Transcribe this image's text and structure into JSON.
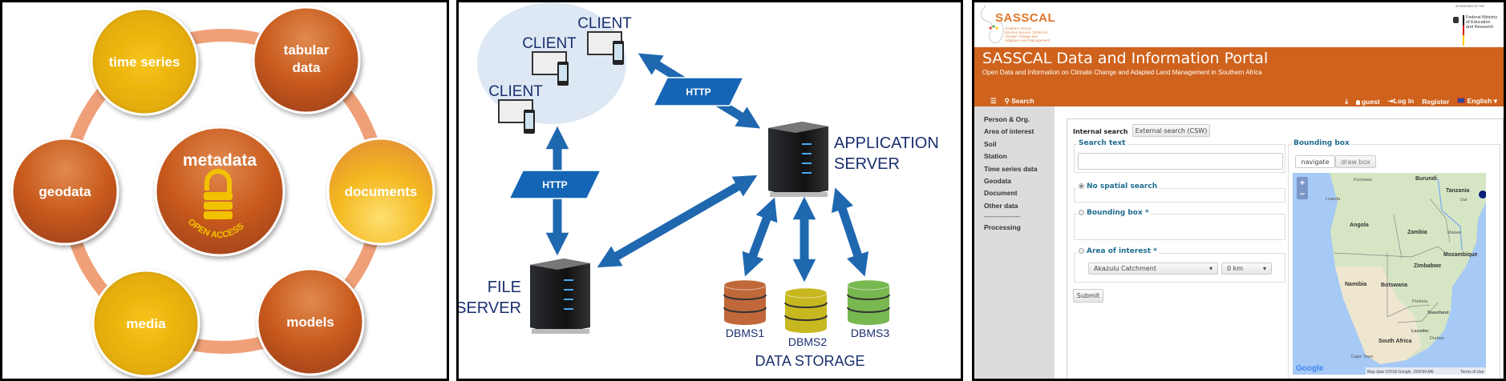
{
  "panel_metadata": {
    "center": {
      "label": "metadata",
      "badge": "OPEN ACCESS"
    },
    "nodes": [
      {
        "label": "time series",
        "color": "#e2ac08"
      },
      {
        "label": "tabular data",
        "line1": "tabular",
        "line2": "data",
        "color": "#b8521c"
      },
      {
        "label": "documents",
        "color": "#f0b420"
      },
      {
        "label": "models",
        "color": "#c85a1c"
      },
      {
        "label": "media",
        "color": "#e0b010"
      },
      {
        "label": "geodata",
        "color": "#d0621f"
      }
    ],
    "ring_color": "#f0a078"
  },
  "panel_architecture": {
    "clients": [
      "CLIENT",
      "CLIENT",
      "CLIENT"
    ],
    "protocols": [
      "HTTP",
      "HTTP"
    ],
    "app_server": {
      "line1": "APPLICATION",
      "line2": "SERVER"
    },
    "file_server": {
      "line1": "FILE",
      "line2": "SERVER"
    },
    "databases": [
      {
        "label": "DBMS1",
        "color": "#c0683a"
      },
      {
        "label": "DBMS2",
        "color": "#c8b820"
      },
      {
        "label": "DBMS3",
        "color": "#78b850"
      }
    ],
    "storage_label": "DATA STORAGE",
    "arrow_color": "#1f68b0",
    "text_color": "#1a2f6e"
  },
  "portal": {
    "logo": {
      "name": "SASSCAL",
      "tagline": [
        "Southern African",
        "Science Service Centre for",
        "Climate Change and",
        "Adaptive Land Management"
      ]
    },
    "sponsor": {
      "caption": "SPONSORED BY THE",
      "lines": [
        "Federal Ministry",
        "of Education",
        "and Research"
      ]
    },
    "title": "SASSCAL Data and Information Portal",
    "subtitle": "Open Data and Information on Climate Change and Adapted Land Management in Southern Africa",
    "brand_color": "#cf621c",
    "nav": {
      "search": "Search",
      "user": "guest",
      "login": "Log in",
      "register": "Register",
      "language": "English"
    },
    "sidebar": [
      "Person & Org.",
      "Area of interest",
      "Soil",
      "Station",
      "Time series data",
      "Geodata",
      "Document",
      "Other data",
      "----------------",
      "Processing"
    ],
    "search": {
      "tab_internal": "Internal search",
      "tab_external": "External search (CSW)",
      "search_text_legend": "Search text",
      "search_text_value": "",
      "no_spatial": "No spatial search",
      "bounding_box": "Bounding box *",
      "area_of_interest": "Area of interest *",
      "area_select": "Akazulu Catchment",
      "distance_select": "0 km",
      "submit": "Submit",
      "selected_option": "No spatial search"
    },
    "bbox": {
      "legend": "Bounding box",
      "navigate": "navigate",
      "draw_box": "draw box",
      "zoom_in": "+",
      "zoom_out": "−",
      "labels": {
        "kinshasa": "Kinshasa",
        "luanda": "Luanda",
        "tanzania": "Tanzania",
        "dar": "Dar",
        "angola": "Angola",
        "zambia": "Zambia",
        "malawi": "Malawi",
        "mozambique": "Mozambique",
        "zimbabwe": "Zimbabwe",
        "namibia": "Namibia",
        "botswana": "Botswana",
        "pretoria": "Pretoria",
        "swaziland": "Swaziland",
        "lesotho": "Lesotho",
        "durban": "Durban",
        "south_africa": "South Africa",
        "cape_town": "Cape Town",
        "burundi": "Burundi"
      },
      "google": "Google",
      "attribution": "Map data ©2018 Google, ORION-ME",
      "terms": "Terms of Use"
    }
  }
}
